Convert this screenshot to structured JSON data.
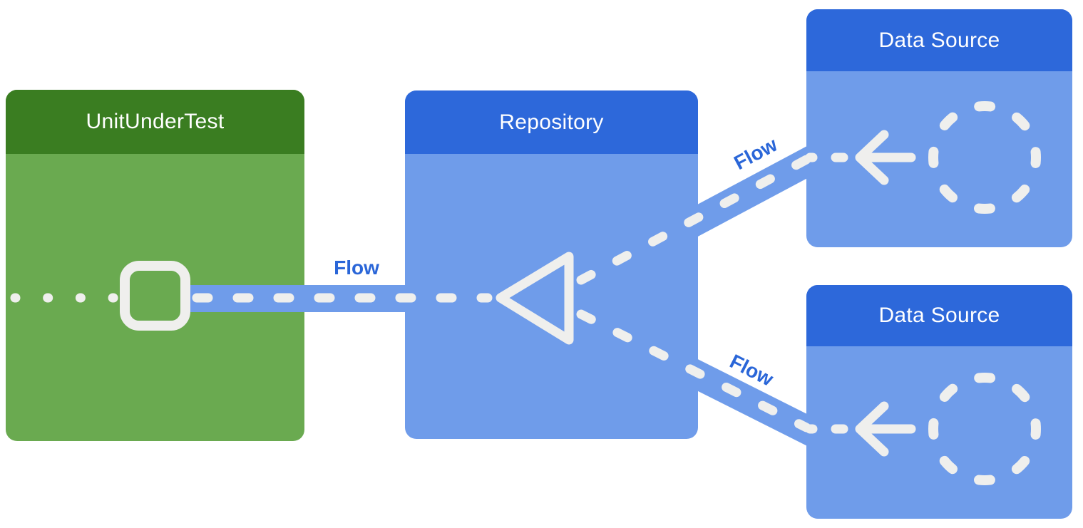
{
  "colors": {
    "background": "#ffffff",
    "green_header": "#3a7d21",
    "green_body": "#6aaa50",
    "blue_header": "#2d68da",
    "blue_body": "#6f9cea",
    "flow_band": "#6f9cea",
    "dash_shapes": "#efefed",
    "flow_label_text": "#2a66d8"
  },
  "nodes": {
    "unit_under_test": {
      "label": "UnitUnderTest"
    },
    "repository": {
      "label": "Repository"
    },
    "data_source_top": {
      "label": "Data Source"
    },
    "data_source_bottom": {
      "label": "Data Source"
    }
  },
  "flows": {
    "repository_to_unit": {
      "label": "Flow"
    },
    "data_source_top_to_repository": {
      "label": "Flow"
    },
    "data_source_bottom_to_repository": {
      "label": "Flow"
    }
  },
  "icons": {
    "square_node": "hollow-rounded-square",
    "collector_triangle": "hollow-left-pointing-triangle",
    "emitter_circle": "dashed-circle",
    "emit_arrow": "left-arrow",
    "flow_line": "dashed-line"
  }
}
